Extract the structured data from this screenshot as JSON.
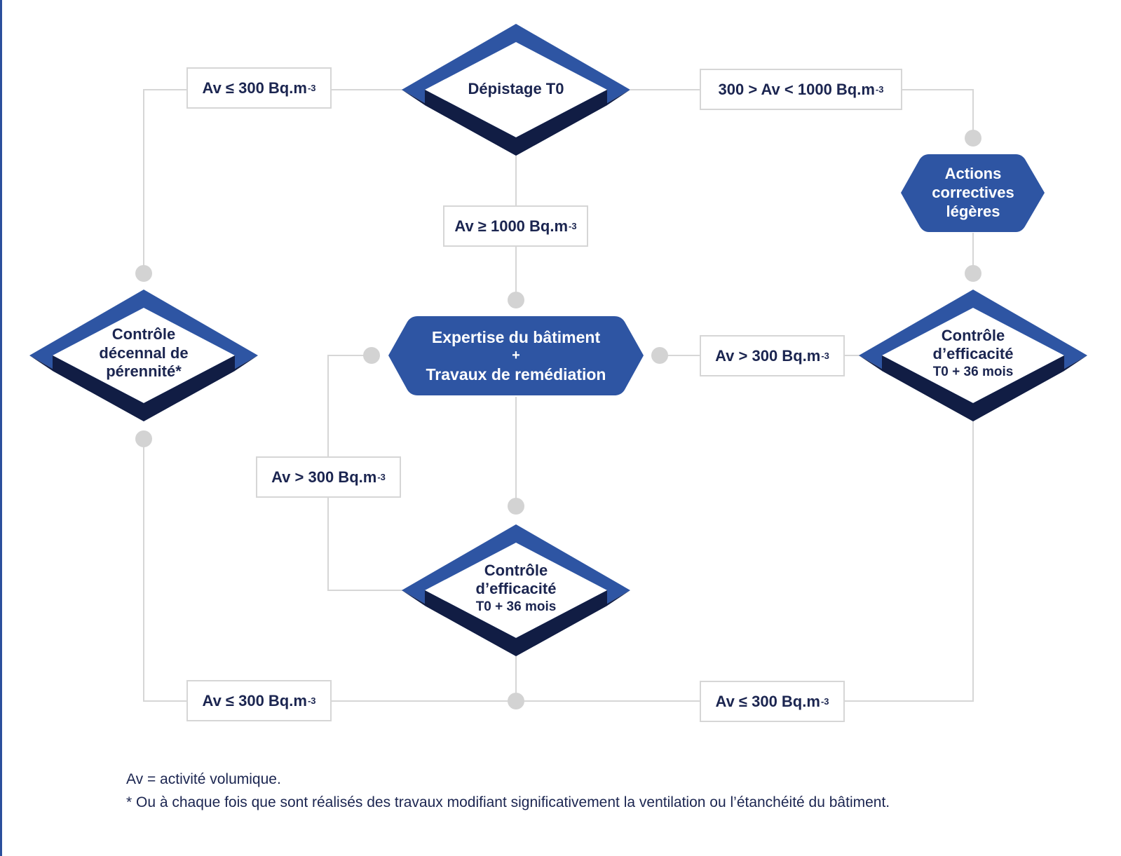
{
  "colors": {
    "accent": "#2e55a3",
    "dark": "#111d44",
    "connector": "#d6d6d6",
    "text": "#1b2550"
  },
  "nodes": {
    "depistage": {
      "line1": "Dépistage T0"
    },
    "actions": {
      "line1": "Actions",
      "line2": "correctives",
      "line3": "légères"
    },
    "expertise": {
      "line1": "Expertise du bâtiment",
      "line2": "+",
      "line3": "Travaux de remédiation"
    },
    "controle_decennal": {
      "line1": "Contrôle",
      "line2": "décennal de",
      "line3": "pérennité*"
    },
    "controle_right": {
      "line1": "Contrôle",
      "line2": "d’efficacité",
      "line3": "T0 + 36 mois"
    },
    "controle_center": {
      "line1": "Contrôle",
      "line2": "d’efficacité",
      "line3": "T0 + 36 mois"
    }
  },
  "conditions": {
    "top_left": {
      "text": "Av ≤ 300 Bq.m",
      "exp": "-3"
    },
    "top_right": {
      "text": "300 > Av < 1000 Bq.m",
      "exp": "-3"
    },
    "center_top": {
      "text": "Av ≥ 1000 Bq.m",
      "exp": "-3"
    },
    "mid_right": {
      "text": "Av > 300 Bq.m",
      "exp": "-3"
    },
    "mid_left": {
      "text": "Av > 300 Bq.m",
      "exp": "-3"
    },
    "bottom_left": {
      "text": "Av ≤ 300 Bq.m",
      "exp": "-3"
    },
    "bottom_right": {
      "text": "Av ≤ 300 Bq.m",
      "exp": "-3"
    }
  },
  "notes": {
    "line1": "Av = activité volumique.",
    "line2": "* Ou à chaque fois que sont réalisés des travaux modifiant significativement la ventilation ou l’étanchéité du bâtiment."
  }
}
